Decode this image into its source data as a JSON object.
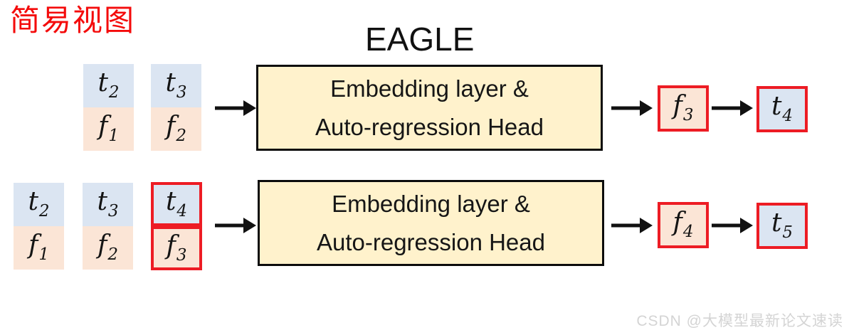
{
  "page": {
    "corner_label": "简易视图",
    "title": "EAGLE",
    "watermark": "CSDN @大模型最新论文速读"
  },
  "colors": {
    "token_fill": "#dbe5f2",
    "feature_fill": "#fbe5d6",
    "process_fill": "#fff2cc",
    "process_border": "#0c0c0c",
    "highlight_red": "#ed1c24",
    "label_red": "#f40b0b",
    "arrow_black": "#111111",
    "watermark_gray": "#d4d4d4"
  },
  "icons": {
    "arrow_right": "→"
  },
  "rows": [
    {
      "inputs": [
        {
          "highlighted": false,
          "top": {
            "letter": "t",
            "sub": "2"
          },
          "bottom": {
            "letter": "f",
            "sub": "1"
          }
        },
        {
          "highlighted": false,
          "top": {
            "letter": "t",
            "sub": "3"
          },
          "bottom": {
            "letter": "f",
            "sub": "2"
          }
        }
      ],
      "box": {
        "line1": "Embedding layer &",
        "line2": "Auto-regression Head"
      },
      "output_feature": {
        "letter": "f",
        "sub": "3"
      },
      "output_token": {
        "letter": "t",
        "sub": "4"
      }
    },
    {
      "inputs": [
        {
          "highlighted": false,
          "top": {
            "letter": "t",
            "sub": "2"
          },
          "bottom": {
            "letter": "f",
            "sub": "1"
          }
        },
        {
          "highlighted": false,
          "top": {
            "letter": "t",
            "sub": "3"
          },
          "bottom": {
            "letter": "f",
            "sub": "2"
          }
        },
        {
          "highlighted": true,
          "top": {
            "letter": "t",
            "sub": "4"
          },
          "bottom": {
            "letter": "f",
            "sub": "3"
          }
        }
      ],
      "box": {
        "line1": "Embedding layer &",
        "line2": "Auto-regression Head"
      },
      "output_feature": {
        "letter": "f",
        "sub": "4"
      },
      "output_token": {
        "letter": "t",
        "sub": "5"
      }
    }
  ]
}
